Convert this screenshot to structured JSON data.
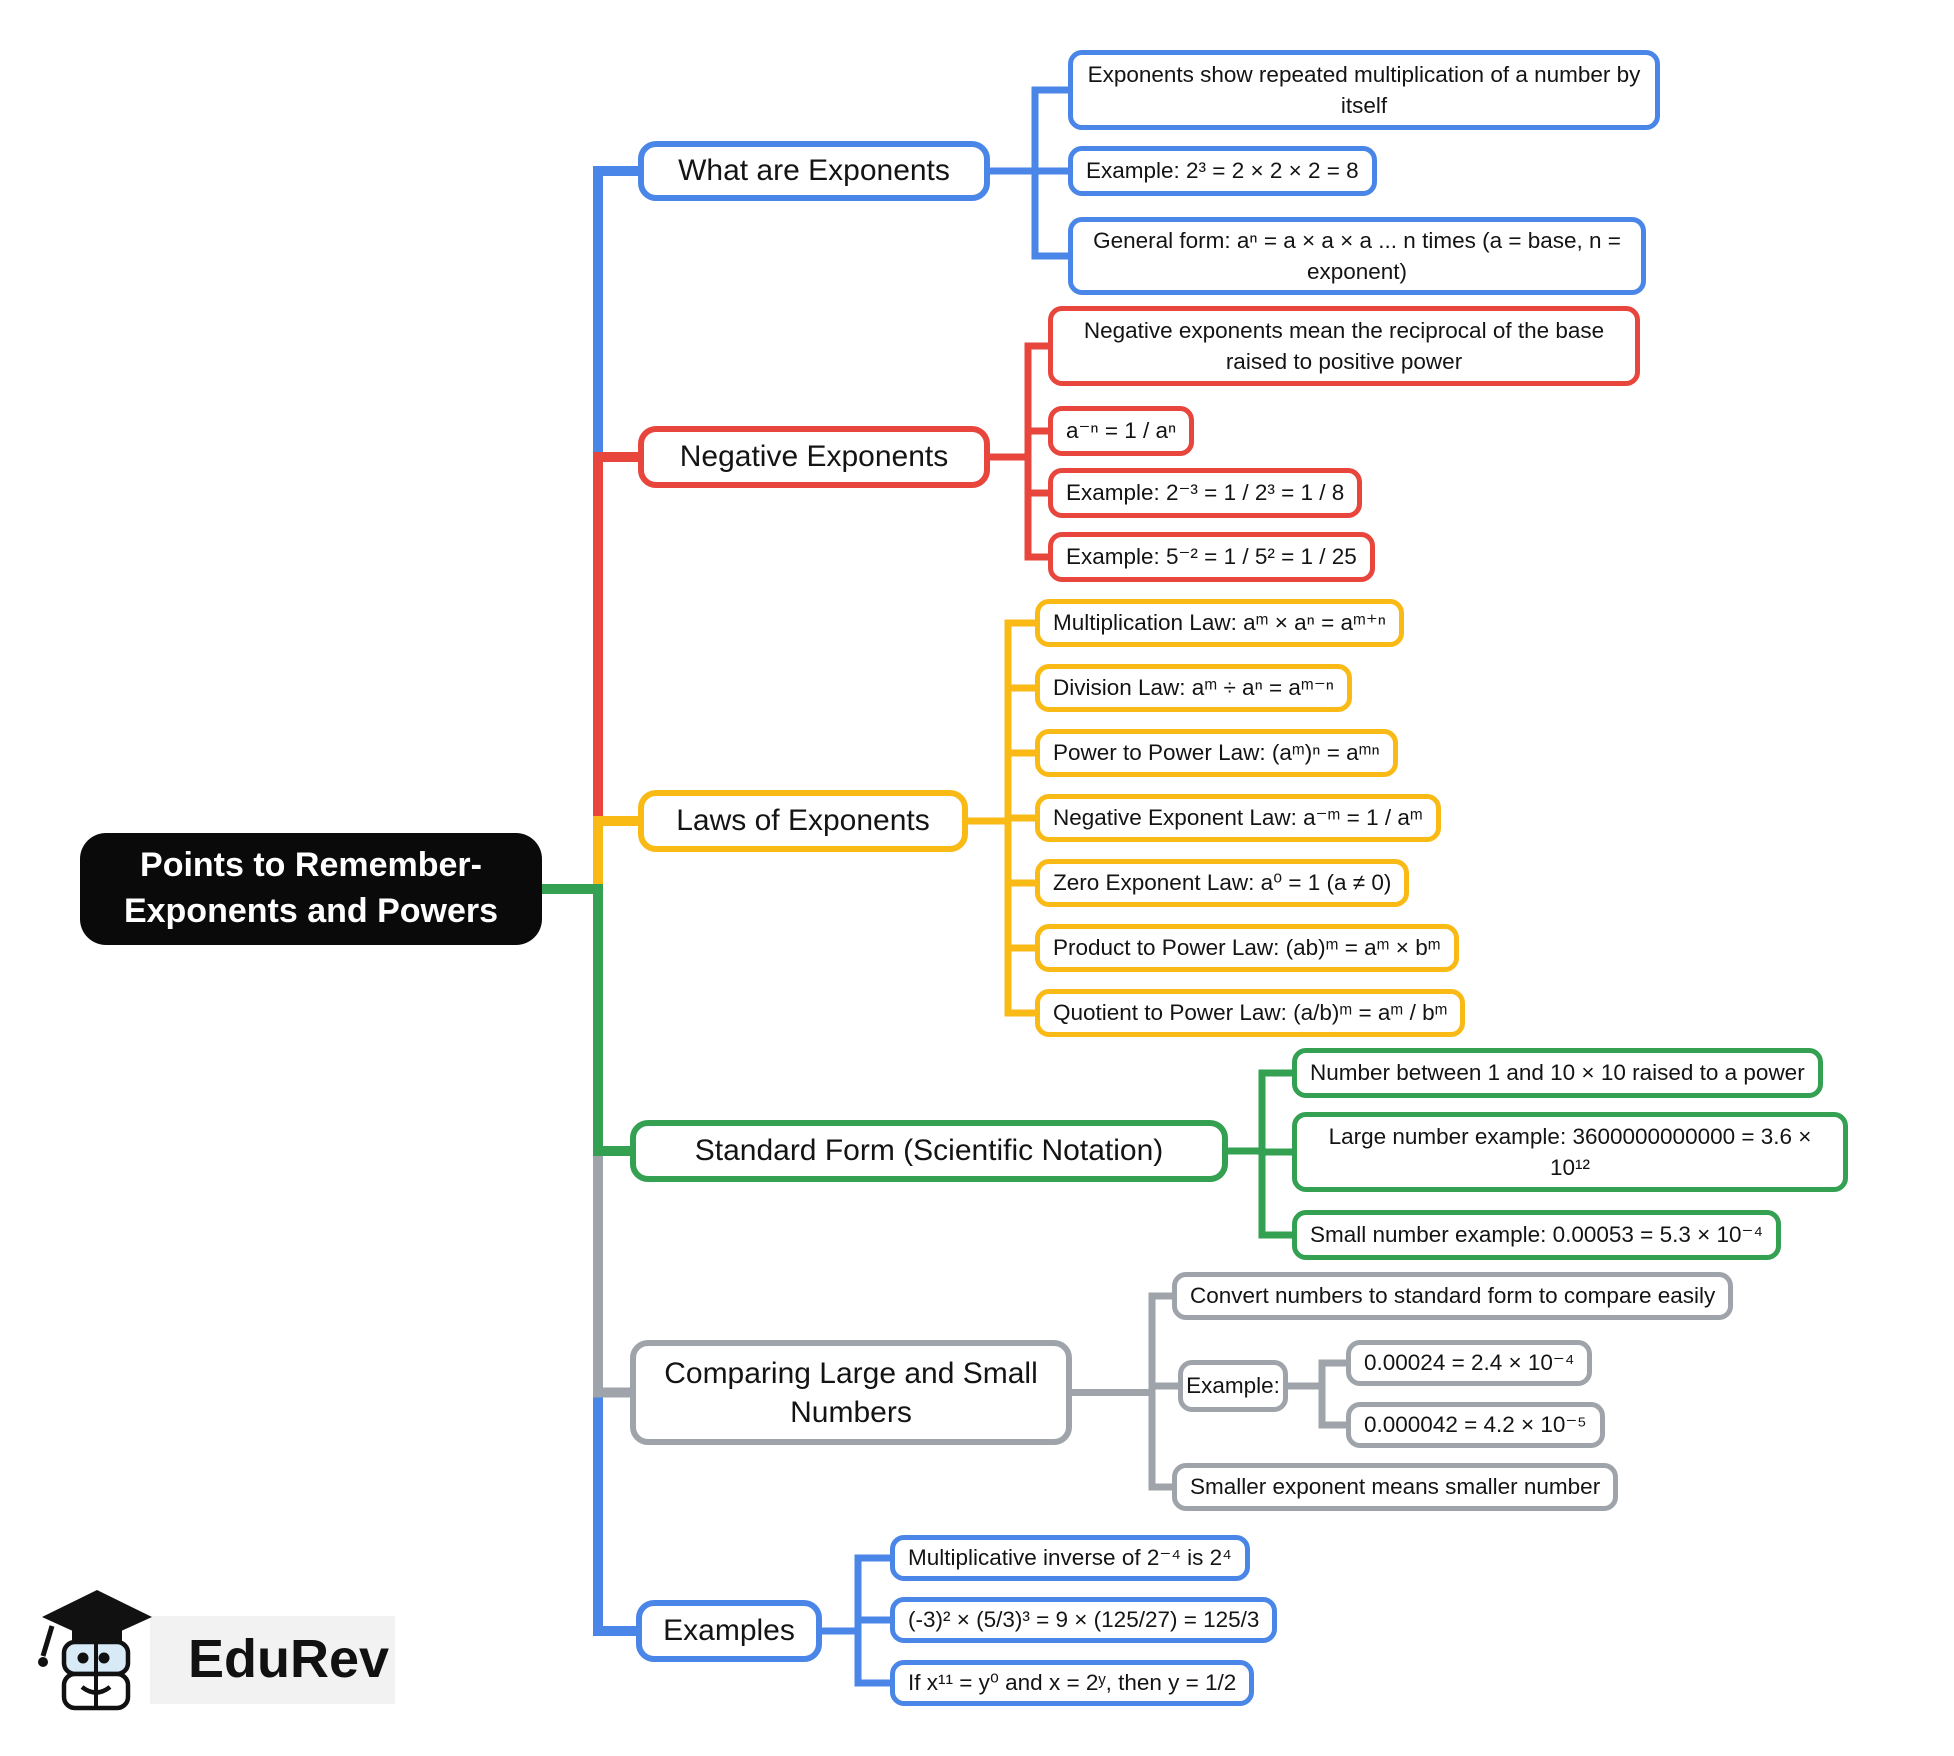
{
  "root": {
    "lines": [
      "Points to Remember-",
      "Exponents and Powers"
    ],
    "bg_color": "#0a0a0a",
    "text_color": "#ffffff"
  },
  "branches": [
    {
      "id": "what-are-exponents",
      "label": "What are Exponents",
      "color": "#4a86e8",
      "children": [
        {
          "text": "Exponents show repeated multiplication of a number by itself"
        },
        {
          "text": "Example: 2³ = 2 × 2 × 2 = 8"
        },
        {
          "text": "General form: aⁿ = a × a × a ... n times (a = base, n = exponent)"
        }
      ]
    },
    {
      "id": "negative-exponents",
      "label": "Negative Exponents",
      "color": "#e8453c",
      "children": [
        {
          "text": "Negative exponents mean the reciprocal of the base raised to positive power"
        },
        {
          "text": "a⁻ⁿ = 1 / aⁿ"
        },
        {
          "text": "Example: 2⁻³ = 1 / 2³ = 1 / 8"
        },
        {
          "text": "Example: 5⁻² = 1 / 5² = 1 / 25"
        }
      ]
    },
    {
      "id": "laws-of-exponents",
      "label": "Laws of Exponents",
      "color": "#f9ba16",
      "children": [
        {
          "text": "Multiplication Law: aᵐ × aⁿ = aᵐ⁺ⁿ"
        },
        {
          "text": "Division Law: aᵐ ÷ aⁿ = aᵐ⁻ⁿ"
        },
        {
          "text": "Power to Power Law: (aᵐ)ⁿ = aᵐⁿ"
        },
        {
          "text": "Negative Exponent Law: a⁻ᵐ = 1 / aᵐ"
        },
        {
          "text": "Zero Exponent Law: a⁰ = 1 (a ≠ 0)"
        },
        {
          "text": "Product to Power Law: (ab)ᵐ = aᵐ × bᵐ"
        },
        {
          "text": "Quotient to Power Law: (a/b)ᵐ = aᵐ / bᵐ"
        }
      ]
    },
    {
      "id": "standard-form",
      "label": "Standard Form (Scientific Notation)",
      "color": "#33a052",
      "children": [
        {
          "text": "Number between 1 and 10 × 10 raised to a power"
        },
        {
          "text": "Large number example: 3600000000000 = 3.6 × 10¹²"
        },
        {
          "text": "Small number example: 0.00053 = 5.3 × 10⁻⁴"
        }
      ]
    },
    {
      "id": "comparing-numbers",
      "label": "Comparing Large and Small Numbers",
      "color": "#9ea4aa",
      "children": [
        {
          "text": "Convert numbers to standard form to compare easily"
        },
        {
          "text": "Example:",
          "children": [
            {
              "text": "0.00024 = 2.4 × 10⁻⁴"
            },
            {
              "text": "0.000042 = 4.2 × 10⁻⁵"
            }
          ]
        },
        {
          "text": "Smaller exponent means smaller number"
        }
      ]
    },
    {
      "id": "examples",
      "label": "Examples",
      "color": "#4a86e8",
      "children": [
        {
          "text": "Multiplicative inverse of 2⁻⁴ is 2⁴"
        },
        {
          "text": "(-3)² × (5/3)³ = 9 × (125/27) = 125/3"
        },
        {
          "text": "If x¹¹ = y⁰ and x = 2ʸ, then y = 1/2"
        }
      ]
    }
  ],
  "logo": {
    "brand": "EduRev"
  }
}
